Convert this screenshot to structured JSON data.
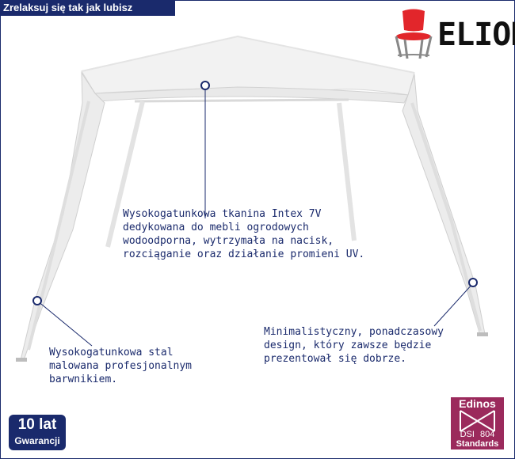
{
  "header": {
    "title": "Zrelaksuj się tak jak lubisz"
  },
  "brand": {
    "name": "ELIOR",
    "logo_icon": "chair-icon",
    "logo_color": "#e2262b"
  },
  "product": {
    "image_icon": "garden-gazebo-icon"
  },
  "callouts": [
    {
      "text": "Wysokogatunkowa tkanina Intex 7V\ndedykowana do mebli ogrodowych\nwodoodporna, wytrzymała na nacisk,\nrozciąganie oraz działanie promieni UV."
    },
    {
      "text": "Wysokogatunkowa stal\nmalowana profesjonalnym\nbarwnikiem."
    },
    {
      "text": "Minimalistyczny, ponadczasowy\ndesign, który zawsze będzie\nprezentował się dobrze."
    }
  ],
  "badges": {
    "warranty": {
      "years": "10 lat",
      "label": "Gwarancji"
    },
    "standard": {
      "name": "Edinos",
      "code_left": "DSI",
      "code_right": "804",
      "label": "Standards"
    }
  },
  "colors": {
    "accent": "#1a2a6c",
    "standard_badge": "#9b2a5c"
  }
}
